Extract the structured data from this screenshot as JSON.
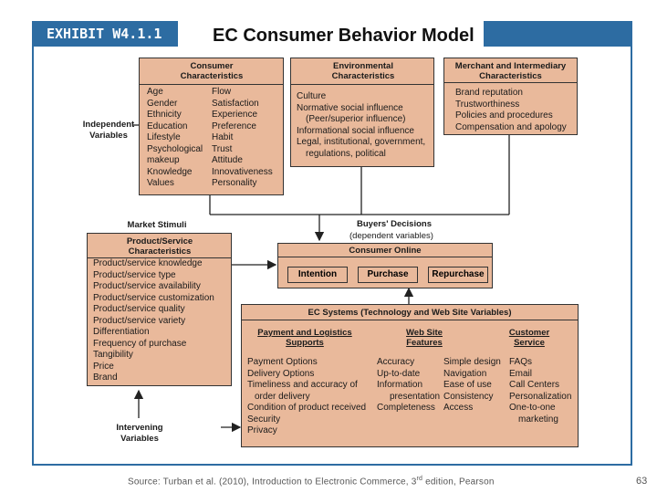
{
  "exhibit_label": "EXHIBIT W4.1.1",
  "title": "EC Consumer Behavior Model",
  "consumer": {
    "heading": "Consumer Characteristics",
    "col1": [
      "Age",
      "Gender",
      "Ethnicity",
      "Education",
      "Lifestyle",
      "Psychological",
      "makeup",
      "Knowledge",
      "Values"
    ],
    "col2": [
      "Flow",
      "Satisfaction",
      "Experience",
      "Preference",
      "Habit",
      "Trust",
      "Attitude",
      "Innovativeness",
      "Personality"
    ]
  },
  "environmental": {
    "heading": "Environmental Characteristics",
    "items": [
      "Culture",
      "Normative social influence",
      "(Peer/superior influence)",
      "Informational social influence",
      "Legal, institutional, government,",
      "regulations, political"
    ]
  },
  "merchant": {
    "heading": "Merchant and Intermediary Characteristics",
    "items": [
      "Brand reputation",
      "Trustworthiness",
      "Policies and procedures",
      "Compensation and apology"
    ]
  },
  "independent_label": "Independent Variables",
  "market_stimuli_label": "Market Stimuli",
  "product": {
    "heading": "Product/Service Characteristics",
    "items": [
      "Product/service knowledge",
      "Product/service type",
      "Product/service availability",
      "Product/service customization",
      "Product/service quality",
      "Product/service variety",
      "Differentiation",
      "Frequency of purchase",
      "Tangibility",
      "Price",
      "Brand"
    ]
  },
  "buyers": {
    "heading": "Buyers' Decisions",
    "subheading": "(dependent variables)",
    "consumer_online": "Consumer Online",
    "decisions": [
      "Intention",
      "Purchase",
      "Repurchase"
    ]
  },
  "ec_systems": {
    "heading": "EC Systems (Technology and Web Site Variables)",
    "payment": {
      "heading": "Payment and Logistics Supports",
      "items": [
        "Payment Options",
        "Delivery Options",
        "Timeliness and accuracy of",
        "order delivery",
        "Condition of product received",
        "Security",
        "Privacy"
      ]
    },
    "website": {
      "heading": "Web Site Features",
      "col1": [
        "Accuracy",
        "Up-to-date",
        "Information",
        "presentation",
        "Completeness"
      ],
      "col2": [
        "Simple design",
        "Navigation",
        "Ease of use",
        "Consistency",
        "Access"
      ]
    },
    "service": {
      "heading": "Customer Service",
      "items": [
        "FAQs",
        "Email",
        "Call Centers",
        "Personalization",
        "One-to-one",
        "marketing"
      ]
    }
  },
  "intervening_label": "Intervening Variables",
  "footer": {
    "prefix": "Source: Turban et al. (2010), Introduction to Electronic Commerce, 3",
    "sup": "rd",
    "suffix": " edition, Pearson"
  },
  "page_number": "63"
}
